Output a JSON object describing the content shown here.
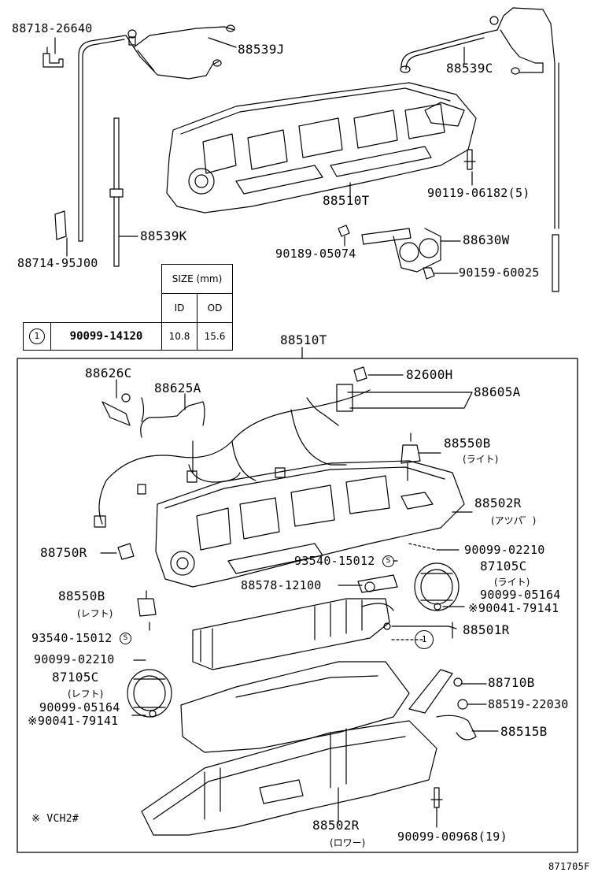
{
  "table": {
    "size_header": "SIZE (mm)",
    "id_header": "ID",
    "od_header": "OD",
    "rows": [
      {
        "mark": "1",
        "part": "90099-14120",
        "id": "10.8",
        "od": "15.6"
      }
    ]
  },
  "labels": {
    "p88718_26640": "88718-26640",
    "p88539J": "88539J",
    "p88539C": "88539C",
    "p88510T_top": "88510T",
    "p90119_06182": "90119-06182(5)",
    "p88539K": "88539K",
    "p88714_95J00": "88714-95J00",
    "p90189_05074": "90189-05074",
    "p88630W": "88630W",
    "p90159_60025": "90159-60025",
    "p88510T_box": "88510T",
    "p88626C": "88626C",
    "p88625A": "88625A",
    "p82600H": "82600H",
    "p88605A": "88605A",
    "p88550B_r": "88550B",
    "p88550B_r_sub": "(ライト)",
    "p88502R_upper": "88502R",
    "p88502R_upper_sub": "(アツパ゛)",
    "p88750R": "88750R",
    "p90099_02210_r": "90099-02210",
    "p93540_15012_r": "93540-15012",
    "p87105C_r": "87105C",
    "p87105C_r_sub": "(ライト)",
    "p88578_12100": "88578-12100",
    "p88550B_l": "88550B",
    "p88550B_l_sub": "(レフト)",
    "p90099_05164_r": "90099-05164",
    "p90041_79141_r": "※90041-79141",
    "p88501R": "88501R",
    "p93540_15012_l": "93540-15012",
    "p90099_02210_l": "90099-02210",
    "p87105C_l": "87105C",
    "p87105C_l_sub": "(レフト)",
    "p88710B": "88710B",
    "p90099_05164_l": "90099-05164",
    "p90041_79141_l": "※90041-79141",
    "p88519_22030": "88519-22030",
    "p88515B": "88515B",
    "note_vch2": "※ VCH2#",
    "p88502R_lower": "88502R",
    "p88502R_lower_sub": "(ロワー)",
    "p90099_00968": "90099-00968(19)",
    "fig_code": "871705F",
    "s_mark": "S",
    "circle_mark": "1"
  }
}
